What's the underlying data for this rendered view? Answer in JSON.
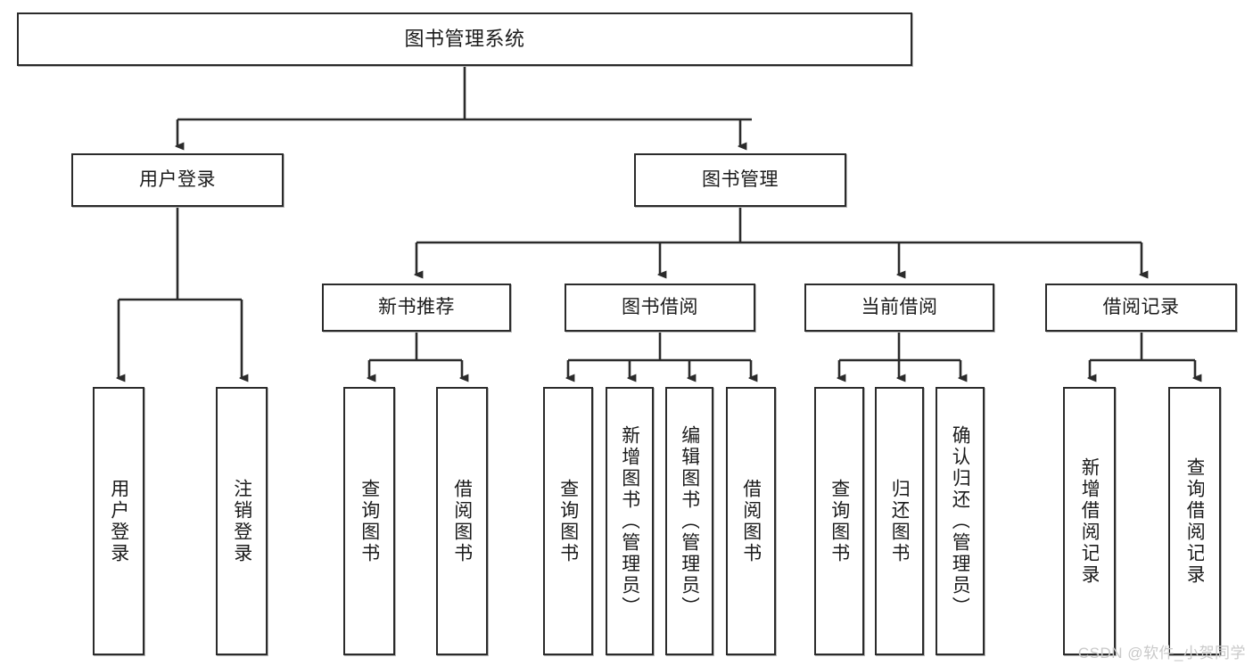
{
  "diagram": {
    "title": "图书管理系统",
    "type": "tree-hierarchy-chart",
    "watermark": "CSDN @软件_小贺同学",
    "colors": {
      "node_border": "#2b2b2b",
      "node_fill": "#ffffff",
      "connector": "#2b2b2b",
      "text": "#1b1b1b",
      "watermark": "#c9c9c9"
    },
    "root": {
      "label": "图书管理系统"
    },
    "level2": [
      {
        "label": "用户登录"
      },
      {
        "label": "图书管理"
      }
    ],
    "level3": [
      {
        "label": "新书推荐"
      },
      {
        "label": "图书借阅"
      },
      {
        "label": "当前借阅"
      },
      {
        "label": "借阅记录"
      }
    ],
    "leaves": {
      "user_login": [
        {
          "label": "用户登录"
        },
        {
          "label": "注销登录"
        }
      ],
      "new_book_recommend": [
        {
          "label": "查询图书"
        },
        {
          "label": "借阅图书"
        }
      ],
      "book_borrow": [
        {
          "label": "查询图书"
        },
        {
          "label": "新增图书（管理员）"
        },
        {
          "label": "编辑图书（管理员）"
        },
        {
          "label": "借阅图书"
        }
      ],
      "current_borrow": [
        {
          "label": "查询图书"
        },
        {
          "label": "归还图书"
        },
        {
          "label": "确认归还（管理员）"
        }
      ],
      "borrow_record": [
        {
          "label": "新增借阅记录"
        },
        {
          "label": "查询借阅记录"
        }
      ]
    }
  }
}
